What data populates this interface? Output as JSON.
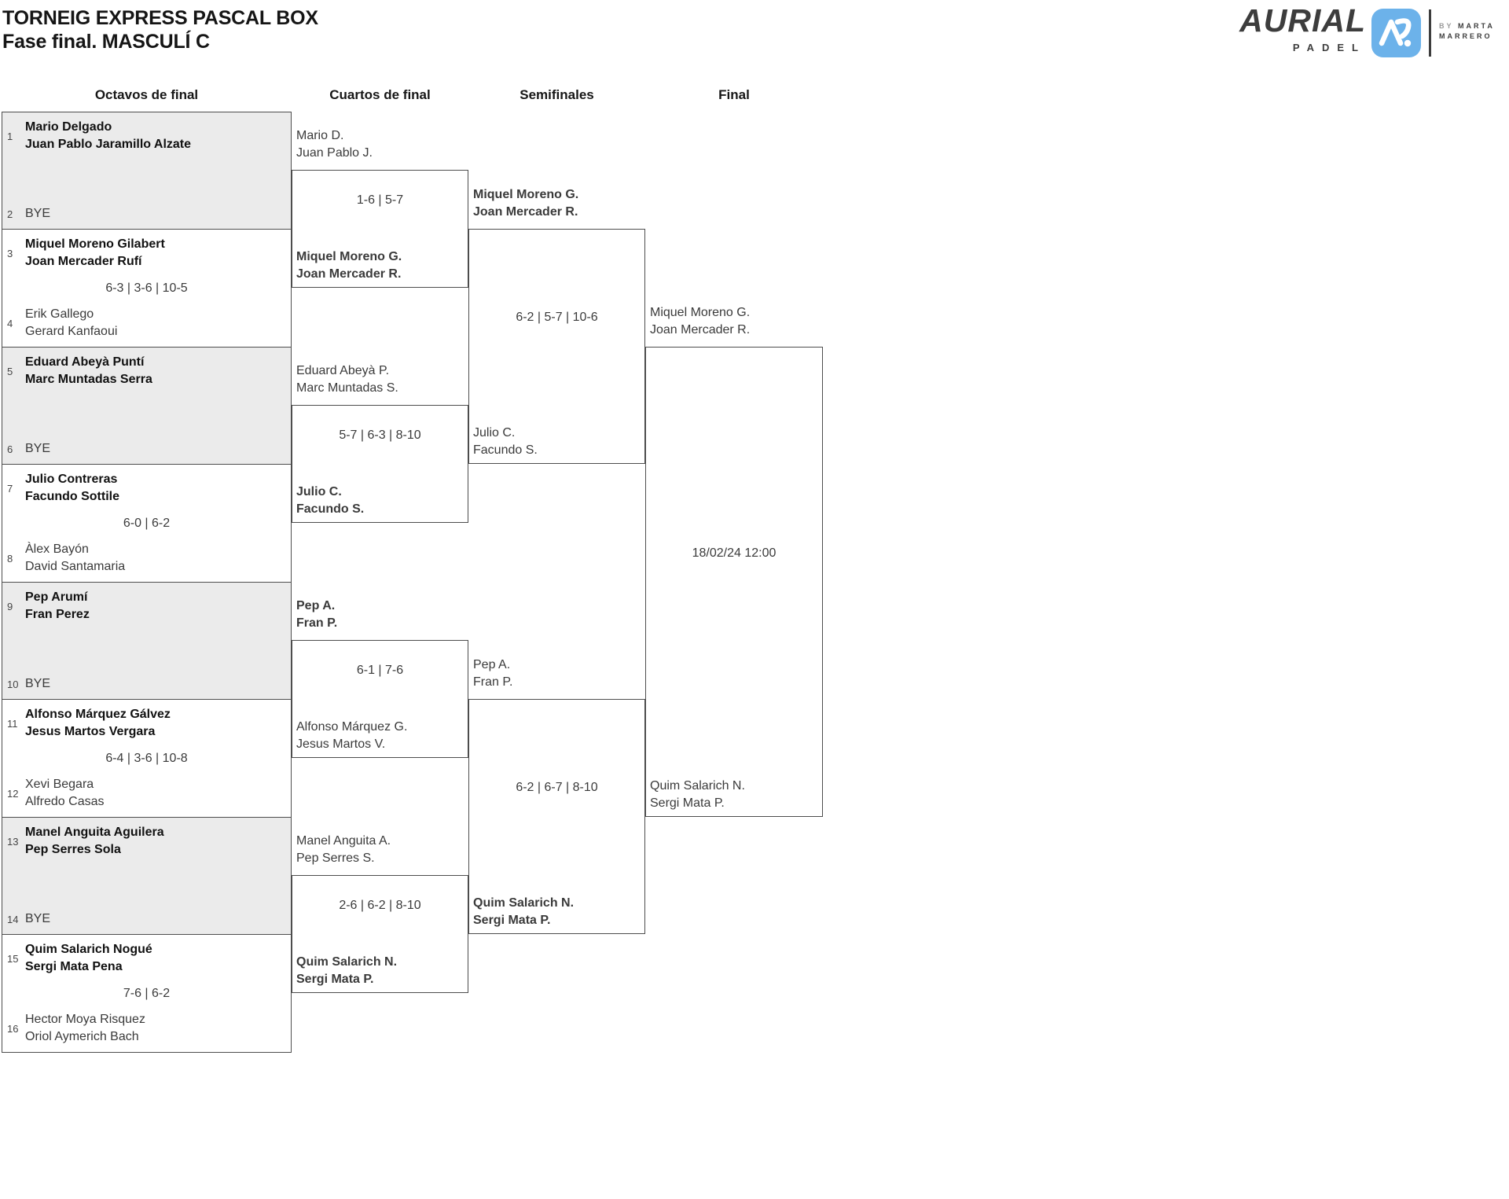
{
  "title": {
    "line1": "TORNEIG EXPRESS PASCAL BOX",
    "line2": "Fase final. MASCULÍ C"
  },
  "logo": {
    "brand": "AURIAL",
    "sub": "PADEL",
    "by_label": "BY",
    "by_name1": "MARTA",
    "by_name2": "MARRERO"
  },
  "colors": {
    "accent": "#6cb2ea",
    "bye_bg": "#ebebeb",
    "border": "#4d4d4d"
  },
  "round_headers": [
    "Octavos de final",
    "Cuartos de final",
    "Semifinales",
    "Final"
  ],
  "bracket": {
    "octavos": [
      {
        "seed_top": "1",
        "top": [
          "Mario Delgado",
          "Juan Pablo Jaramillo Alzate"
        ],
        "top_bold": true,
        "score": "",
        "seed_bottom": "2",
        "bottom": [
          "BYE"
        ],
        "bottom_bold": false,
        "bye": true
      },
      {
        "seed_top": "3",
        "top": [
          "Miquel Moreno Gilabert",
          "Joan Mercader Rufí"
        ],
        "top_bold": true,
        "score": "6-3 | 3-6 | 10-5",
        "seed_bottom": "4",
        "bottom": [
          "Erik Gallego",
          "Gerard Kanfaoui"
        ],
        "bottom_bold": false,
        "bye": false
      },
      {
        "seed_top": "5",
        "top": [
          "Eduard Abeyà Puntí",
          "Marc Muntadas Serra"
        ],
        "top_bold": true,
        "score": "",
        "seed_bottom": "6",
        "bottom": [
          "BYE"
        ],
        "bottom_bold": false,
        "bye": true
      },
      {
        "seed_top": "7",
        "top": [
          "Julio Contreras",
          "Facundo Sottile"
        ],
        "top_bold": true,
        "score": "6-0 | 6-2",
        "seed_bottom": "8",
        "bottom": [
          "Àlex Bayón",
          "David Santamaria"
        ],
        "bottom_bold": false,
        "bye": false
      },
      {
        "seed_top": "9",
        "top": [
          "Pep Arumí",
          "Fran Perez"
        ],
        "top_bold": true,
        "score": "",
        "seed_bottom": "10",
        "bottom": [
          "BYE"
        ],
        "bottom_bold": false,
        "bye": true
      },
      {
        "seed_top": "11",
        "top": [
          "Alfonso Márquez Gálvez",
          "Jesus Martos Vergara"
        ],
        "top_bold": true,
        "score": "6-4 | 3-6 | 10-8",
        "seed_bottom": "12",
        "bottom": [
          "Xevi Begara",
          "Alfredo Casas"
        ],
        "bottom_bold": false,
        "bye": false
      },
      {
        "seed_top": "13",
        "top": [
          "Manel Anguita Aguilera",
          "Pep Serres Sola"
        ],
        "top_bold": true,
        "score": "",
        "seed_bottom": "14",
        "bottom": [
          "BYE"
        ],
        "bottom_bold": false,
        "bye": true
      },
      {
        "seed_top": "15",
        "top": [
          "Quim Salarich Nogué",
          "Sergi Mata Pena"
        ],
        "top_bold": true,
        "score": "7-6 | 6-2",
        "seed_bottom": "16",
        "bottom": [
          "Hector Moya Risquez",
          "Oriol Aymerich Bach"
        ],
        "bottom_bold": false,
        "bye": false
      }
    ],
    "cuartos": [
      {
        "top": [
          "Mario D.",
          "Juan Pablo J."
        ],
        "top_bold": false,
        "score": "1-6 | 5-7",
        "bottom": [
          "Miquel Moreno G.",
          "Joan Mercader R."
        ],
        "bottom_bold": true
      },
      {
        "top": [
          "Eduard Abeyà P.",
          "Marc Muntadas S."
        ],
        "top_bold": false,
        "score": "5-7 | 6-3 | 8-10",
        "bottom": [
          "Julio C.",
          "Facundo S."
        ],
        "bottom_bold": true
      },
      {
        "top": [
          "Pep A.",
          "Fran P."
        ],
        "top_bold": true,
        "score": "6-1 | 7-6",
        "bottom": [
          "Alfonso Márquez G.",
          "Jesus Martos V."
        ],
        "bottom_bold": false
      },
      {
        "top": [
          "Manel Anguita A.",
          "Pep Serres S."
        ],
        "top_bold": false,
        "score": "2-6 | 6-2 | 8-10",
        "bottom": [
          "Quim Salarich N.",
          "Sergi Mata P."
        ],
        "bottom_bold": true
      }
    ],
    "semifinales": [
      {
        "top": [
          "Miquel Moreno G.",
          "Joan Mercader R."
        ],
        "top_bold": true,
        "score": "6-2 | 5-7 | 10-6",
        "bottom": [
          "Julio C.",
          "Facundo S."
        ],
        "bottom_bold": false
      },
      {
        "top": [
          "Pep A.",
          "Fran P."
        ],
        "top_bold": false,
        "score": "6-2 | 6-7 | 8-10",
        "bottom": [
          "Quim Salarich N.",
          "Sergi Mata P."
        ],
        "bottom_bold": true
      }
    ],
    "final": {
      "top": [
        "Miquel Moreno G.",
        "Joan Mercader R."
      ],
      "top_bold": false,
      "date": "18/02/24 12:00",
      "bottom": [
        "Quim Salarich N.",
        "Sergi Mata P."
      ],
      "bottom_bold": false
    }
  }
}
